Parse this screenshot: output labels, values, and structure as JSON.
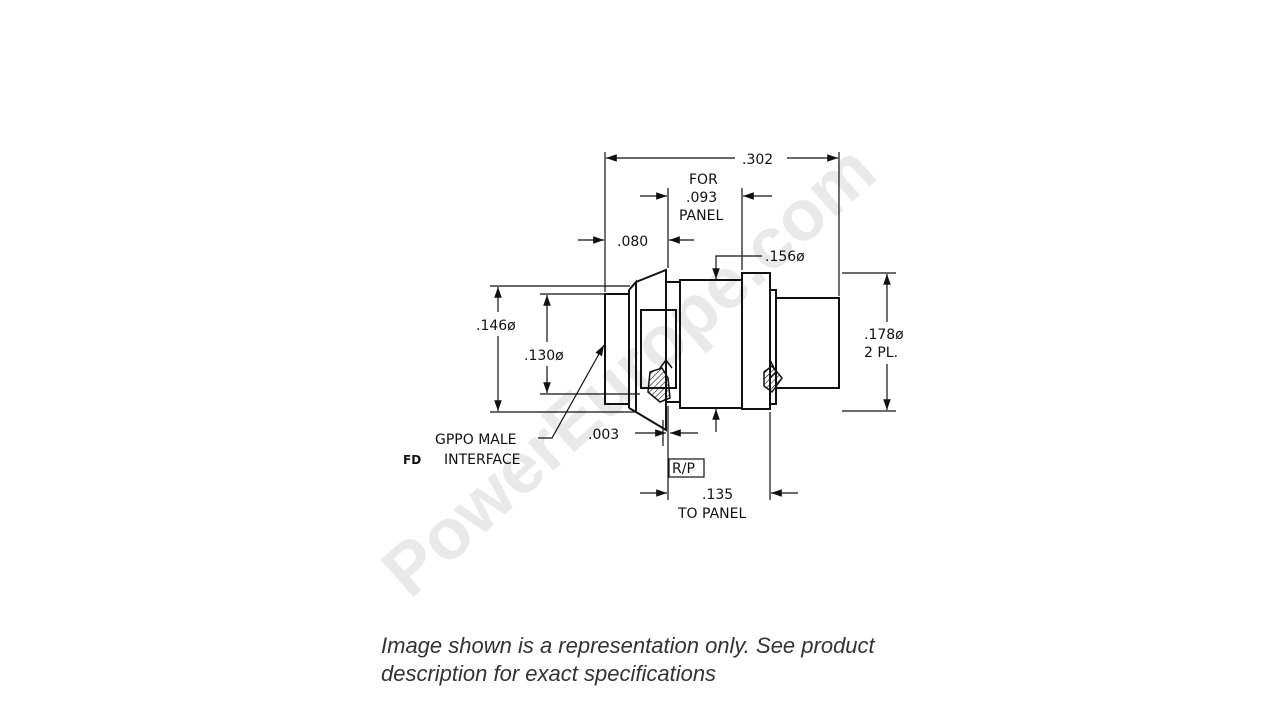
{
  "watermark": "PowerEurope.com",
  "dimensions": {
    "overall_length": ".302",
    "panel_for": "FOR",
    "panel_thickness": ".093",
    "panel_word": "PANEL",
    "front_length": ".080",
    "body_diameter": ".156ø",
    "outer_diameter": ".146ø",
    "inner_diameter": ".130ø",
    "rear_diameter": ".178ø",
    "rear_diameter_qty": "2 PL.",
    "gap": ".003",
    "reference_plane": "R/P",
    "to_panel_value": ".135",
    "to_panel_label": "TO PANEL",
    "interface_line1": "GPPO MALE",
    "interface_line2": "INTERFACE",
    "variant_tag": "FD"
  },
  "caption": {
    "line1": "Image shown is a representation only. See product",
    "line2": "description for exact specifications"
  }
}
